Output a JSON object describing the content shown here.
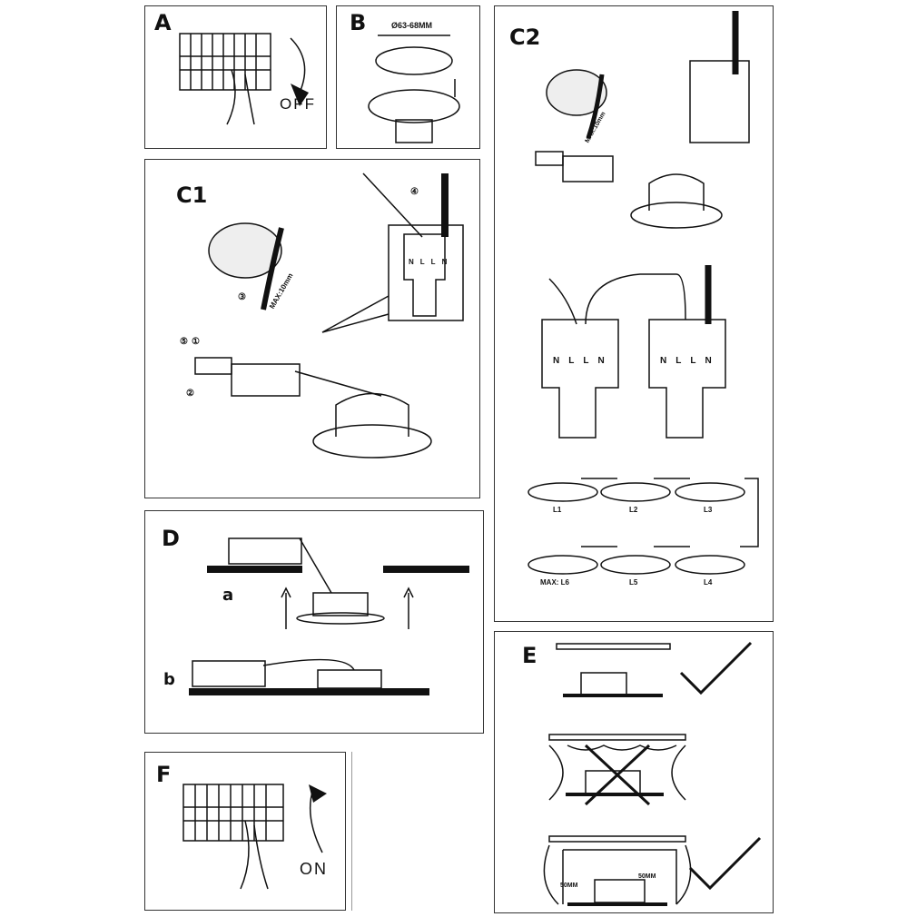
{
  "panels": {
    "a": {
      "label": "A",
      "state": "OFF"
    },
    "b": {
      "label": "B",
      "dimension": "Ø63-68MM"
    },
    "c1": {
      "label": "C1",
      "max": "MAX:10mm",
      "steps": [
        "①",
        "②",
        "③",
        "④",
        "⑤"
      ],
      "terminals": [
        "N",
        "L",
        "L",
        "N"
      ]
    },
    "c2": {
      "label": "C2",
      "max": "MAX:10mm",
      "terminals_left": [
        "N",
        "L",
        "L",
        "N"
      ],
      "terminals_right": [
        "N",
        "L",
        "L",
        "N"
      ],
      "chain": [
        "L1",
        "L2",
        "L3",
        "L4",
        "L5",
        "MAX: L6"
      ]
    },
    "d": {
      "label": "D",
      "a": "a",
      "b": "b"
    },
    "e": {
      "label": "E",
      "clearance": "50MM"
    },
    "f": {
      "label": "F",
      "state": "ON"
    }
  }
}
